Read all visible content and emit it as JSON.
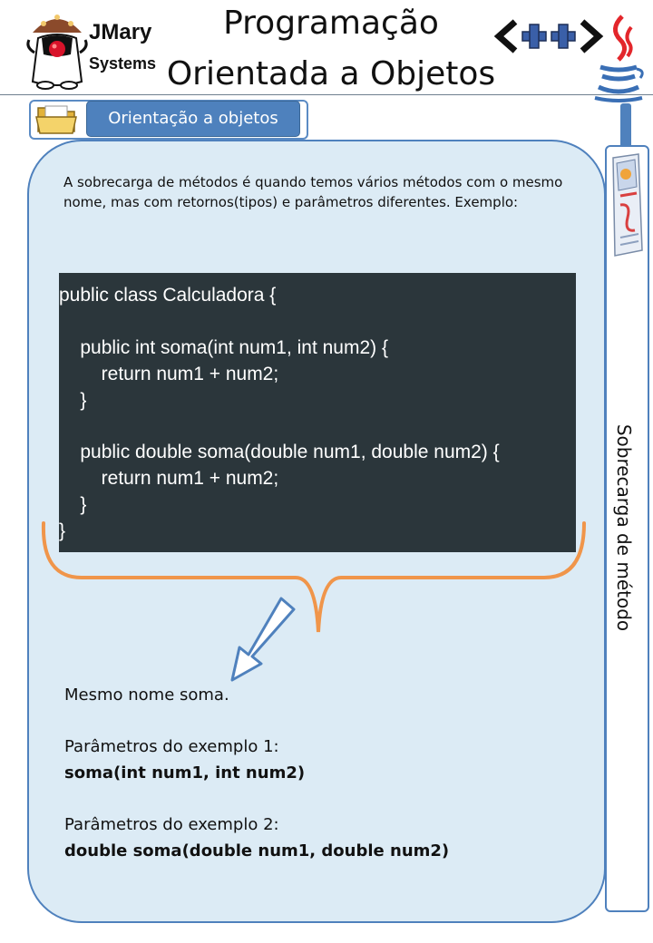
{
  "header": {
    "logo_name": "JMary",
    "logo_subtitle": "Systems",
    "title_line1": "Programação",
    "title_line2": "Orientada a Objetos",
    "cpp_logo_text": "<++>"
  },
  "section": {
    "tab_label": "Orientação a objetos",
    "folder_icon": "folder-icon"
  },
  "content": {
    "intro": "A sobrecarga de métodos é quando temos vários métodos com o mesmo nome, mas com retornos(tipos) e parâmetros diferentes. Exemplo:",
    "code": [
      "public class Calculadora {",
      "",
      "    public int soma(int num1, int num2) {",
      "        return num1 + num2;",
      "    }",
      "",
      "    public double soma(double num1, double num2) {",
      "        return num1 + num2;",
      "    }",
      "}"
    ],
    "same_name": "Mesmo nome soma.",
    "params_example1_label": "Parâmetros do exemplo 1:",
    "params_example1_signature": "soma(int num1, int num2)",
    "params_example2_label": "Parâmetros do exemplo 2:",
    "params_example2_signature": "double soma(double num1, double num2)"
  },
  "sidebar": {
    "label": "Sobrecarga de método",
    "icon": "newspaper-icon"
  },
  "colors": {
    "accent": "#4f81bd",
    "panel_bg": "#dcebf5",
    "code_bg": "#2b363b",
    "brace": "#f0954a"
  }
}
